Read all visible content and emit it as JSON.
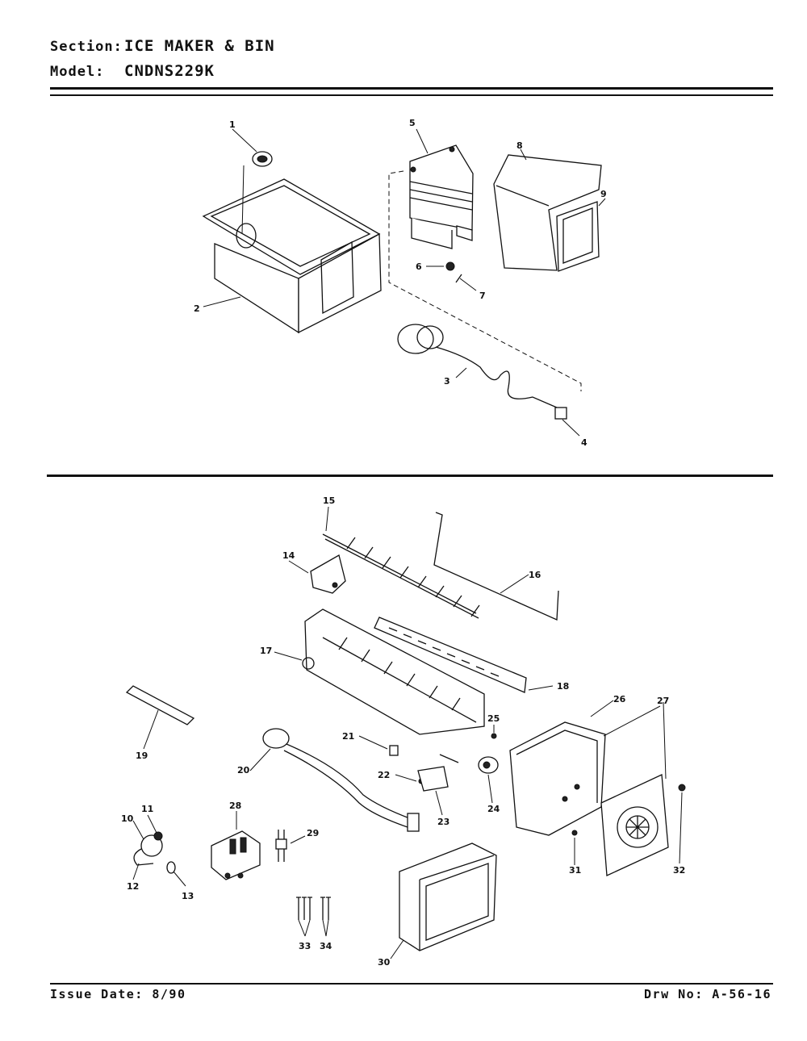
{
  "header": {
    "section_label": "Section:",
    "section_value": "ICE MAKER & BIN",
    "model_label": "Model:",
    "model_value": "CNDNS229K"
  },
  "footer": {
    "issue_date": "Issue Date: 8/90",
    "drawing_no": "Drw No: A-56-16"
  },
  "callouts": {
    "c1": "1",
    "c2": "2",
    "c3": "3",
    "c4": "4",
    "c5": "5",
    "c6": "6",
    "c7": "7",
    "c8": "8",
    "c9": "9",
    "c10": "10",
    "c11": "11",
    "c12": "12",
    "c13": "13",
    "c14": "14",
    "c15": "15",
    "c16": "16",
    "c17": "17",
    "c18": "18",
    "c19": "19",
    "c20": "20",
    "c21": "21",
    "c22": "22",
    "c23": "23",
    "c24": "24",
    "c25": "25",
    "c26": "26",
    "c27": "27",
    "c28": "28",
    "c29": "29",
    "c30": "30",
    "c31": "31",
    "c32": "32",
    "c33": "33",
    "c34": "34"
  }
}
